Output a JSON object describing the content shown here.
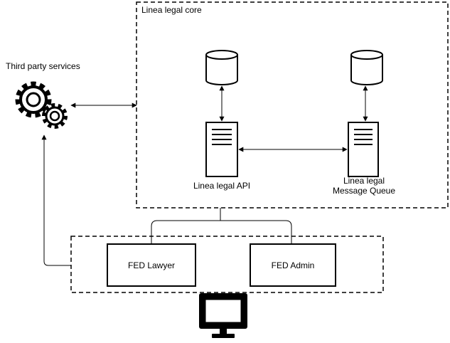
{
  "core": {
    "title": "Linea legal core"
  },
  "third_party": {
    "label": "Third party services"
  },
  "api": {
    "label": "Linea legal API"
  },
  "queue": {
    "label_line1": "Linea legal",
    "label_line2": "Message Queue"
  },
  "frontends": {
    "lawyer": "FED Lawyer",
    "admin": "FED Admin"
  },
  "icons": {
    "gears": "gears-icon",
    "database": "database-icon",
    "server": "server-icon",
    "monitor": "monitor-icon"
  }
}
